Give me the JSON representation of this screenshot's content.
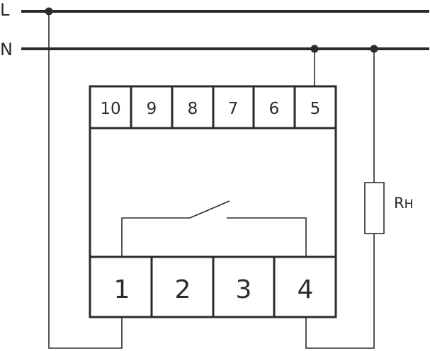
{
  "buses": {
    "line": "L",
    "neutral": "N"
  },
  "top_terminals": [
    "10",
    "9",
    "8",
    "7",
    "6",
    "5"
  ],
  "bottom_terminals": [
    "1",
    "2",
    "3",
    "4"
  ],
  "load": {
    "label": "R",
    "subscript": "H"
  }
}
